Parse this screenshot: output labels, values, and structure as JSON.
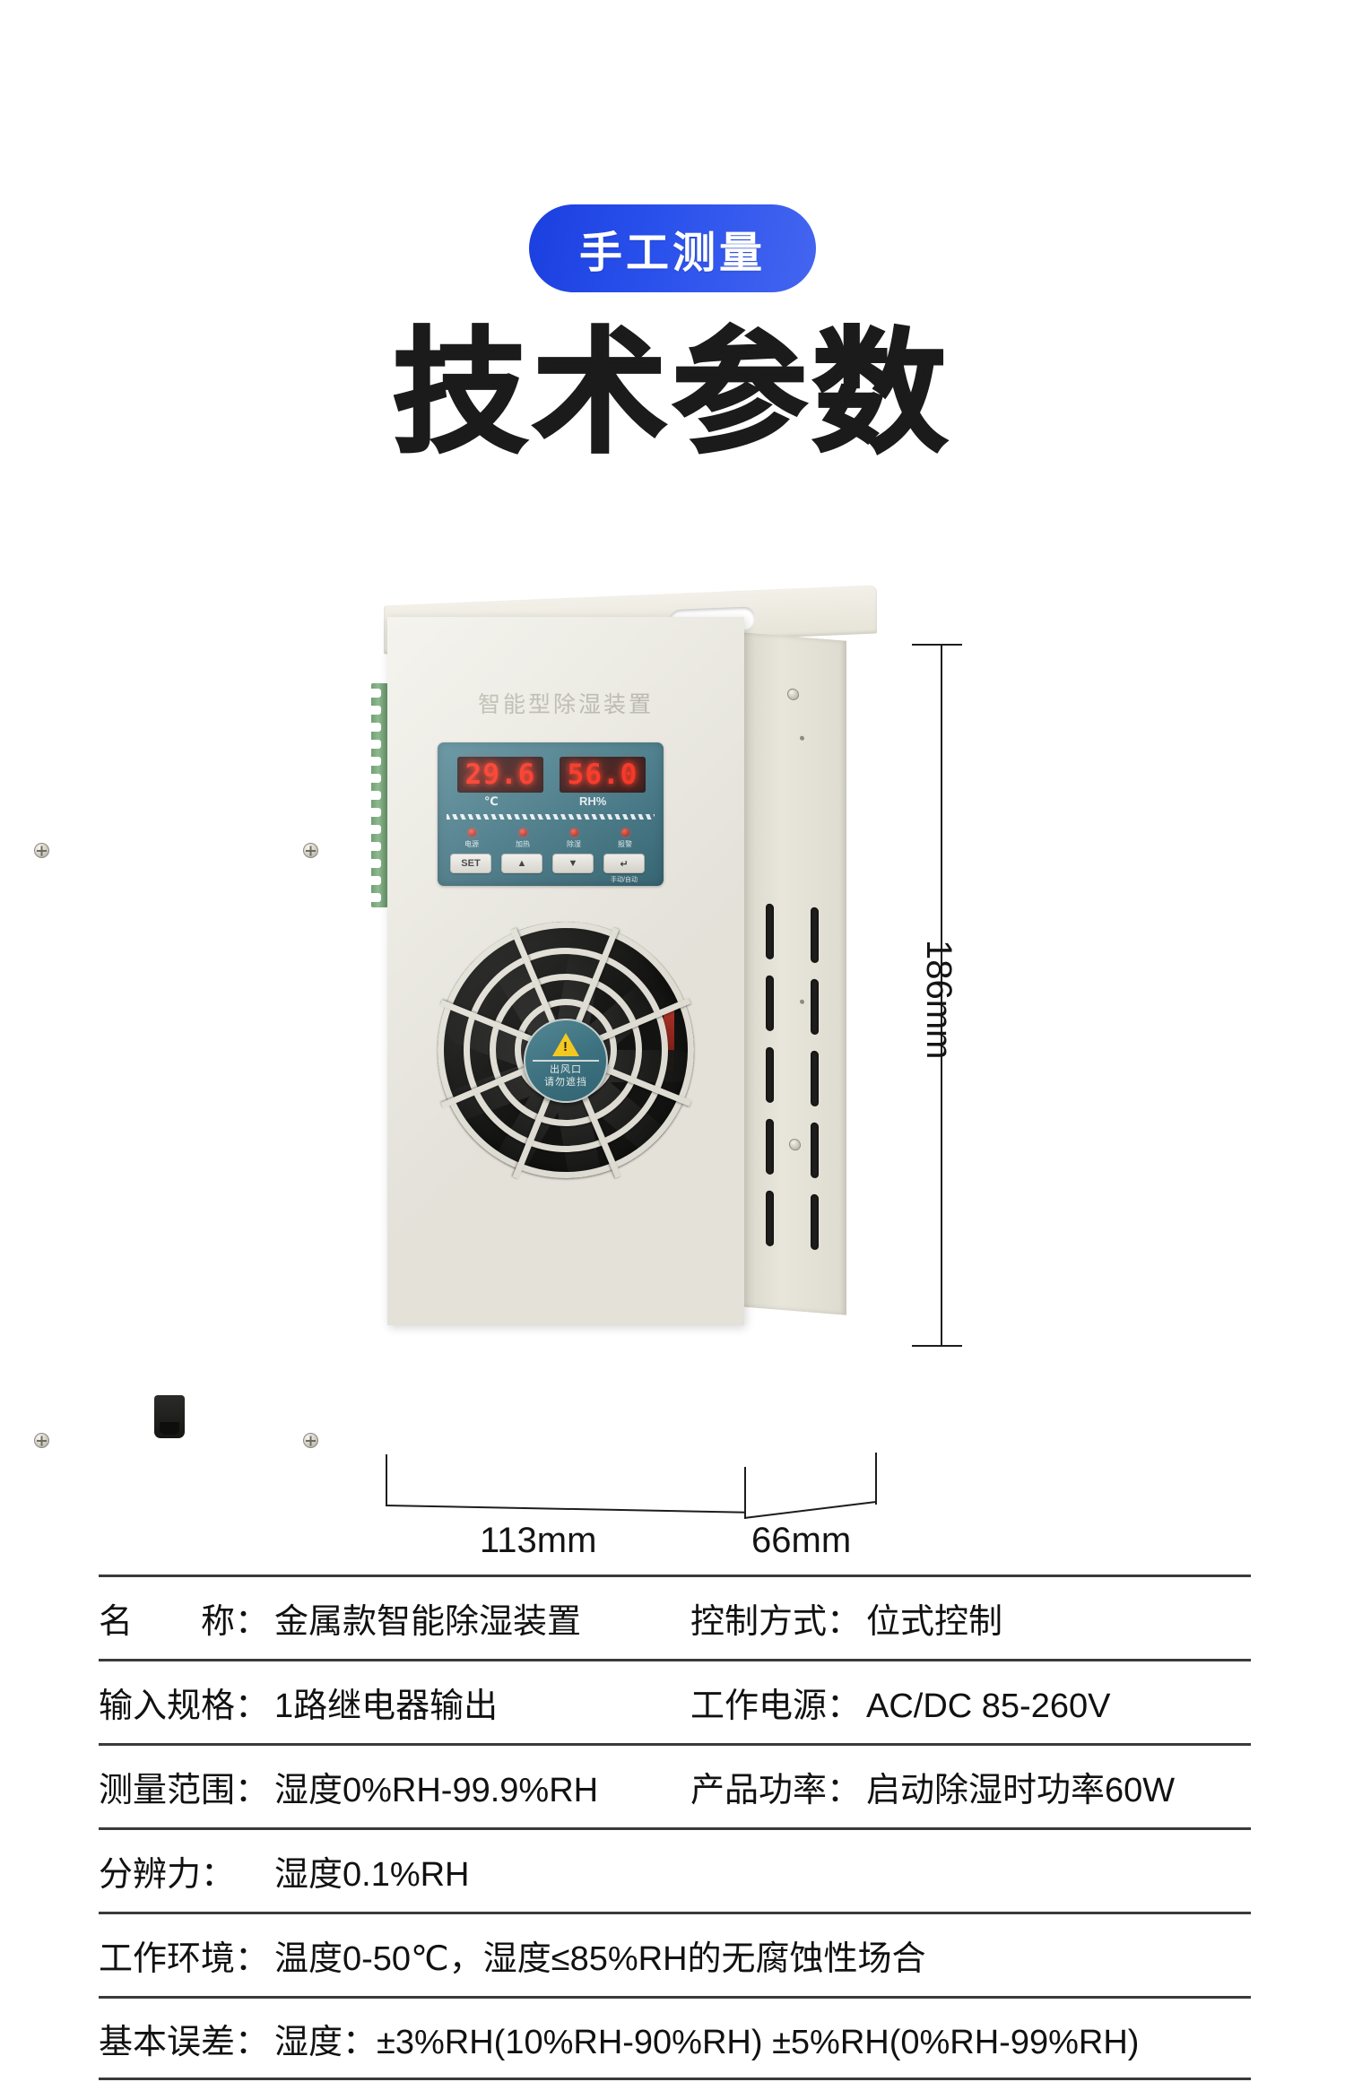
{
  "header": {
    "badge_label": "手工测量",
    "title": "技术参数",
    "badge_color": "#2548e6",
    "title_color": "#1b1b1b"
  },
  "product": {
    "brand_text": "智能型除湿装置",
    "display": {
      "temperature_value": "29.6",
      "temperature_unit": "℃",
      "humidity_value": "56.0",
      "humidity_unit": "RH%",
      "led_color": "#ff1b08"
    },
    "indicators": [
      {
        "label": "电源"
      },
      {
        "label": "加热"
      },
      {
        "label": "除湿"
      },
      {
        "label": "报警"
      }
    ],
    "buttons": [
      {
        "label": "SET",
        "sub": ""
      },
      {
        "label": "▲",
        "sub": ""
      },
      {
        "label": "▼",
        "sub": ""
      },
      {
        "label": "↵",
        "sub": "手动/自动"
      }
    ],
    "fan_label": {
      "warning_glyph": "!",
      "line1": "出风口",
      "line2": "请勿遮挡"
    }
  },
  "dimensions": {
    "height": "186mm",
    "width": "113mm",
    "depth": "66mm"
  },
  "spec_table": {
    "rows": [
      {
        "layout": "two",
        "left": {
          "label": "名　　称：",
          "value": "金属款智能除湿装置"
        },
        "right": {
          "label": "控制方式：",
          "value": "位式控制"
        }
      },
      {
        "layout": "two",
        "left": {
          "label": "输入规格：",
          "value": "1路继电器输出"
        },
        "right": {
          "label": "工作电源：",
          "value": "AC/DC 85-260V"
        }
      },
      {
        "layout": "two",
        "left": {
          "label": "测量范围：",
          "value": "湿度0%RH-99.9%RH"
        },
        "right": {
          "label": "产品功率：",
          "value": "启动除湿时功率60W"
        }
      },
      {
        "layout": "full",
        "left": {
          "label": "分辨力：",
          "value": "湿度0.1%RH"
        }
      },
      {
        "layout": "full",
        "left": {
          "label": "工作环境：",
          "value": "温度0-50℃，湿度≤85%RH的无腐蚀性场合"
        }
      },
      {
        "layout": "full",
        "left": {
          "label": "基本误差：",
          "value": "湿度：±3%RH(10%RH-90%RH) ±5%RH(0%RH-99%RH)"
        }
      }
    ]
  }
}
